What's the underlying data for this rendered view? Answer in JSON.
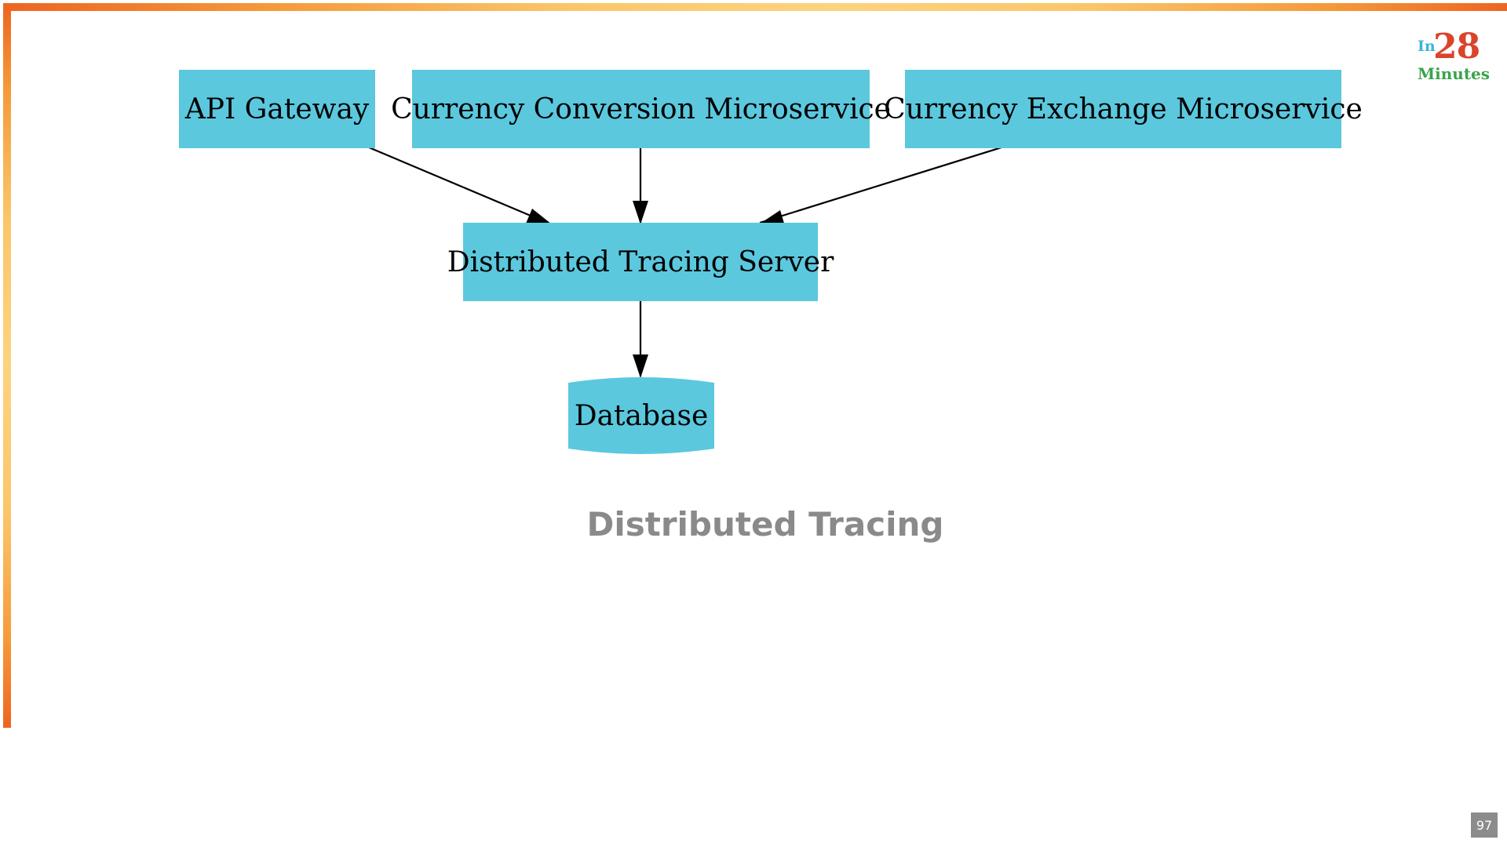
{
  "diagram": {
    "nodes": {
      "api_gateway": "API Gateway",
      "currency_conversion": "Currency Conversion Microservice",
      "currency_exchange": "Currency Exchange Microservice",
      "tracing_server": "Distributed Tracing Server",
      "database": "Database"
    },
    "edges": [
      {
        "from": "api_gateway",
        "to": "tracing_server"
      },
      {
        "from": "currency_conversion",
        "to": "tracing_server"
      },
      {
        "from": "currency_exchange",
        "to": "tracing_server"
      },
      {
        "from": "tracing_server",
        "to": "database"
      }
    ],
    "node_color": "#5bc8de"
  },
  "slide": {
    "caption": "Distributed Tracing",
    "page_number": "97"
  },
  "logo": {
    "prefix": "In",
    "number": "28",
    "word": "Minutes"
  }
}
